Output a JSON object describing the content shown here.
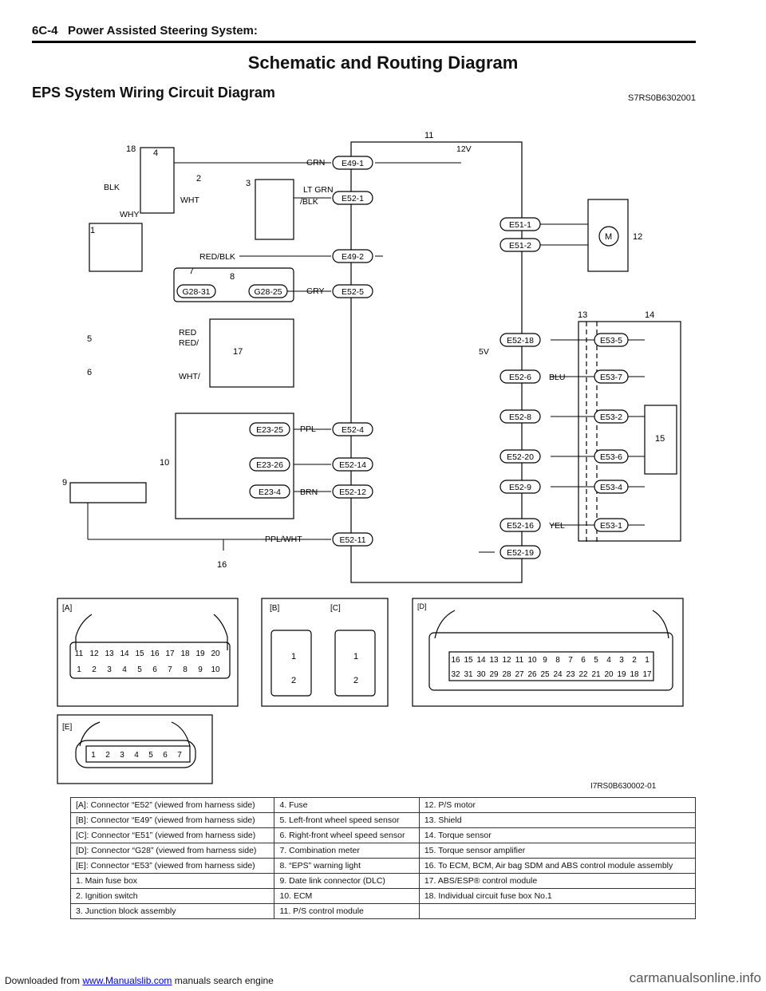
{
  "header": {
    "page_ref": "6C-4",
    "section": "Power Assisted Steering System:"
  },
  "title": "Schematic and Routing Diagram",
  "subtitle": "EPS System Wiring Circuit Diagram",
  "ref_code": "S7RS0B6302001",
  "diagram": {
    "figure_id": "I7RS0B630002-01",
    "component_numbers": [
      "1",
      "2",
      "3",
      "4",
      "5",
      "6",
      "7",
      "8",
      "9",
      "10",
      "11",
      "12",
      "13",
      "14",
      "15",
      "16",
      "17",
      "18"
    ],
    "terminals": [
      "E49-1",
      "E52-1",
      "E51-1",
      "E51-2",
      "E49-2",
      "E52-5",
      "G28-31",
      "G28-25",
      "E52-18",
      "E52-6",
      "E52-8",
      "E52-20",
      "E52-9",
      "E52-16",
      "E52-19",
      "E52-4",
      "E52-14",
      "E52-12",
      "E52-11",
      "E23-25",
      "E23-26",
      "E23-4",
      "E53-5",
      "E53-7",
      "E53-2",
      "E53-6",
      "E53-4",
      "E53-1"
    ],
    "wire_colors": [
      "GRN",
      "WHT",
      "BLK",
      "WHY",
      "LT GRN",
      "/BLK",
      "RED/BLK",
      "GRY",
      "RED",
      "RED/",
      "WHT/",
      "PPL",
      "BLU",
      "BRN",
      "YEL",
      "PPL/WHT"
    ],
    "voltages": [
      "12V",
      "5V"
    ],
    "motor_label": "M"
  },
  "connectors": {
    "A": {
      "label": "[A]",
      "top": [
        "11",
        "12",
        "13",
        "14",
        "15",
        "16",
        "17",
        "18",
        "19",
        "20"
      ],
      "bottom": [
        "1",
        "2",
        "3",
        "4",
        "5",
        "6",
        "7",
        "8",
        "9",
        "10"
      ]
    },
    "B": {
      "label": "[B]",
      "pins": [
        "1",
        "2"
      ]
    },
    "C": {
      "label": "[C]",
      "pins": [
        "1",
        "2"
      ]
    },
    "D": {
      "label": "[D]",
      "top": [
        "16",
        "15",
        "14",
        "13",
        "12",
        "11",
        "10",
        "9",
        "8",
        "7",
        "6",
        "5",
        "4",
        "3",
        "2",
        "1"
      ],
      "bottom": [
        "32",
        "31",
        "30",
        "29",
        "28",
        "27",
        "26",
        "25",
        "24",
        "23",
        "22",
        "21",
        "20",
        "19",
        "18",
        "17"
      ]
    },
    "E": {
      "label": "[E]",
      "pins": [
        "1",
        "2",
        "3",
        "4",
        "5",
        "6",
        "7"
      ]
    }
  },
  "legend": [
    [
      "[A]:  Connector “E52” (viewed from harness side)",
      "4.  Fuse",
      "12.  P/S motor"
    ],
    [
      "[B]:  Connector “E49” (viewed from harness side)",
      "5.  Left-front wheel speed sensor",
      "13.  Shield"
    ],
    [
      "[C]:  Connector “E51” (viewed from harness side)",
      "6.  Right-front wheel speed sensor",
      "14.  Torque sensor"
    ],
    [
      "[D]:  Connector “G28” (viewed from harness side)",
      "7.  Combination meter",
      "15.  Torque sensor amplifier"
    ],
    [
      "[E]:  Connector “E53” (viewed from harness side)",
      "8.  “EPS” warning light",
      "16.  To ECM, BCM, Air bag SDM and ABS control module assembly"
    ],
    [
      "1.  Main fuse box",
      "9.  Date link connector (DLC)",
      "17.  ABS/ESP® control module"
    ],
    [
      "2.  Ignition switch",
      "10.  ECM",
      "18.  Individual circuit fuse box No.1"
    ],
    [
      "3.  Junction block assembly",
      "11.  P/S control module",
      ""
    ]
  ],
  "footer": {
    "prefix": "Downloaded from ",
    "link": "www.Manualslib.com",
    "suffix": " manuals search engine",
    "watermark": "carmanualsonline.info"
  }
}
